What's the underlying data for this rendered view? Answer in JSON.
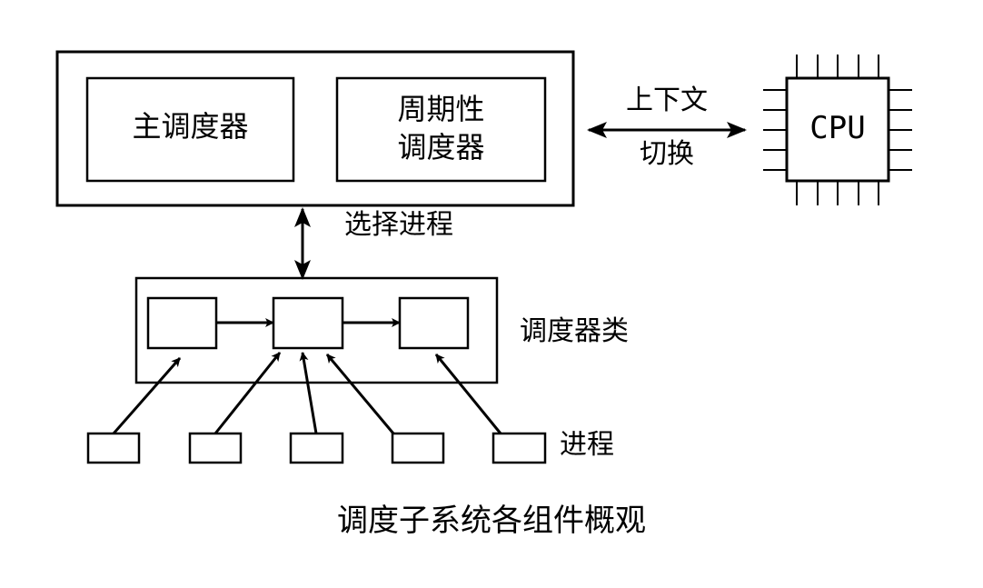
{
  "diagram": {
    "scheduler": {
      "main": "主调度器",
      "periodic_line1": "周期性",
      "periodic_line2": "调度器"
    },
    "context_switch": {
      "line1": "上下文",
      "line2": "切换"
    },
    "cpu_label": "CPU",
    "select_process": "选择进程",
    "scheduler_class": "调度器类",
    "process_label": "进程",
    "caption": "调度子系统各组件概观"
  },
  "colors": {
    "stroke": "#000000",
    "background": "#ffffff"
  }
}
